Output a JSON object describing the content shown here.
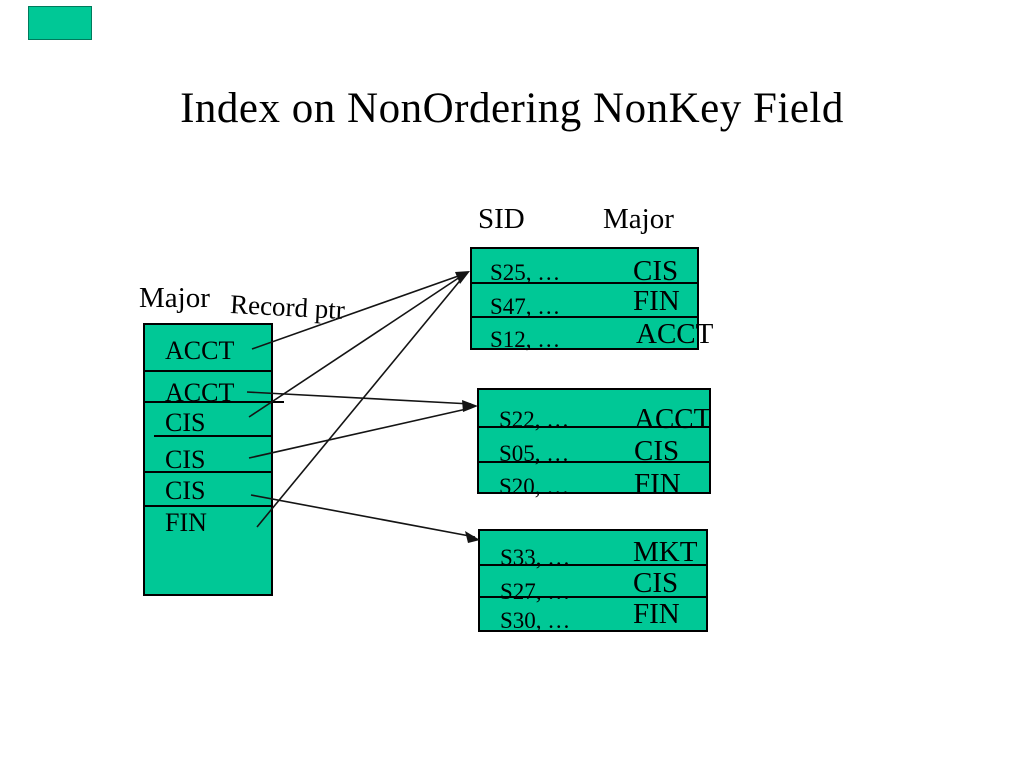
{
  "slide": {
    "title": "Index on NonOrdering NonKey Field"
  },
  "index_table": {
    "label_major": "Major",
    "label_record_ptr": "Record ptr",
    "rows": [
      "ACCT",
      "ACCT",
      "CIS",
      "CIS",
      "CIS",
      "FIN"
    ]
  },
  "data_file": {
    "header_sid": "SID",
    "header_major": "Major",
    "blocks": [
      {
        "rows": [
          {
            "sid": "S25, …",
            "major": "CIS"
          },
          {
            "sid": "S47, …",
            "major": "FIN"
          },
          {
            "sid": "S12, …",
            "major": "ACCT"
          }
        ]
      },
      {
        "rows": [
          {
            "sid": "S22, …",
            "major": "ACCT"
          },
          {
            "sid": "S05, …",
            "major": "CIS"
          },
          {
            "sid": "S20, …",
            "major": "FIN"
          }
        ]
      },
      {
        "rows": [
          {
            "sid": "S33, …",
            "major": "MKT"
          },
          {
            "sid": "S27, …",
            "major": "CIS"
          },
          {
            "sid": "S30, …",
            "major": "FIN"
          }
        ]
      }
    ]
  },
  "colors": {
    "table_fill": "#00C896",
    "line": "#141414"
  }
}
